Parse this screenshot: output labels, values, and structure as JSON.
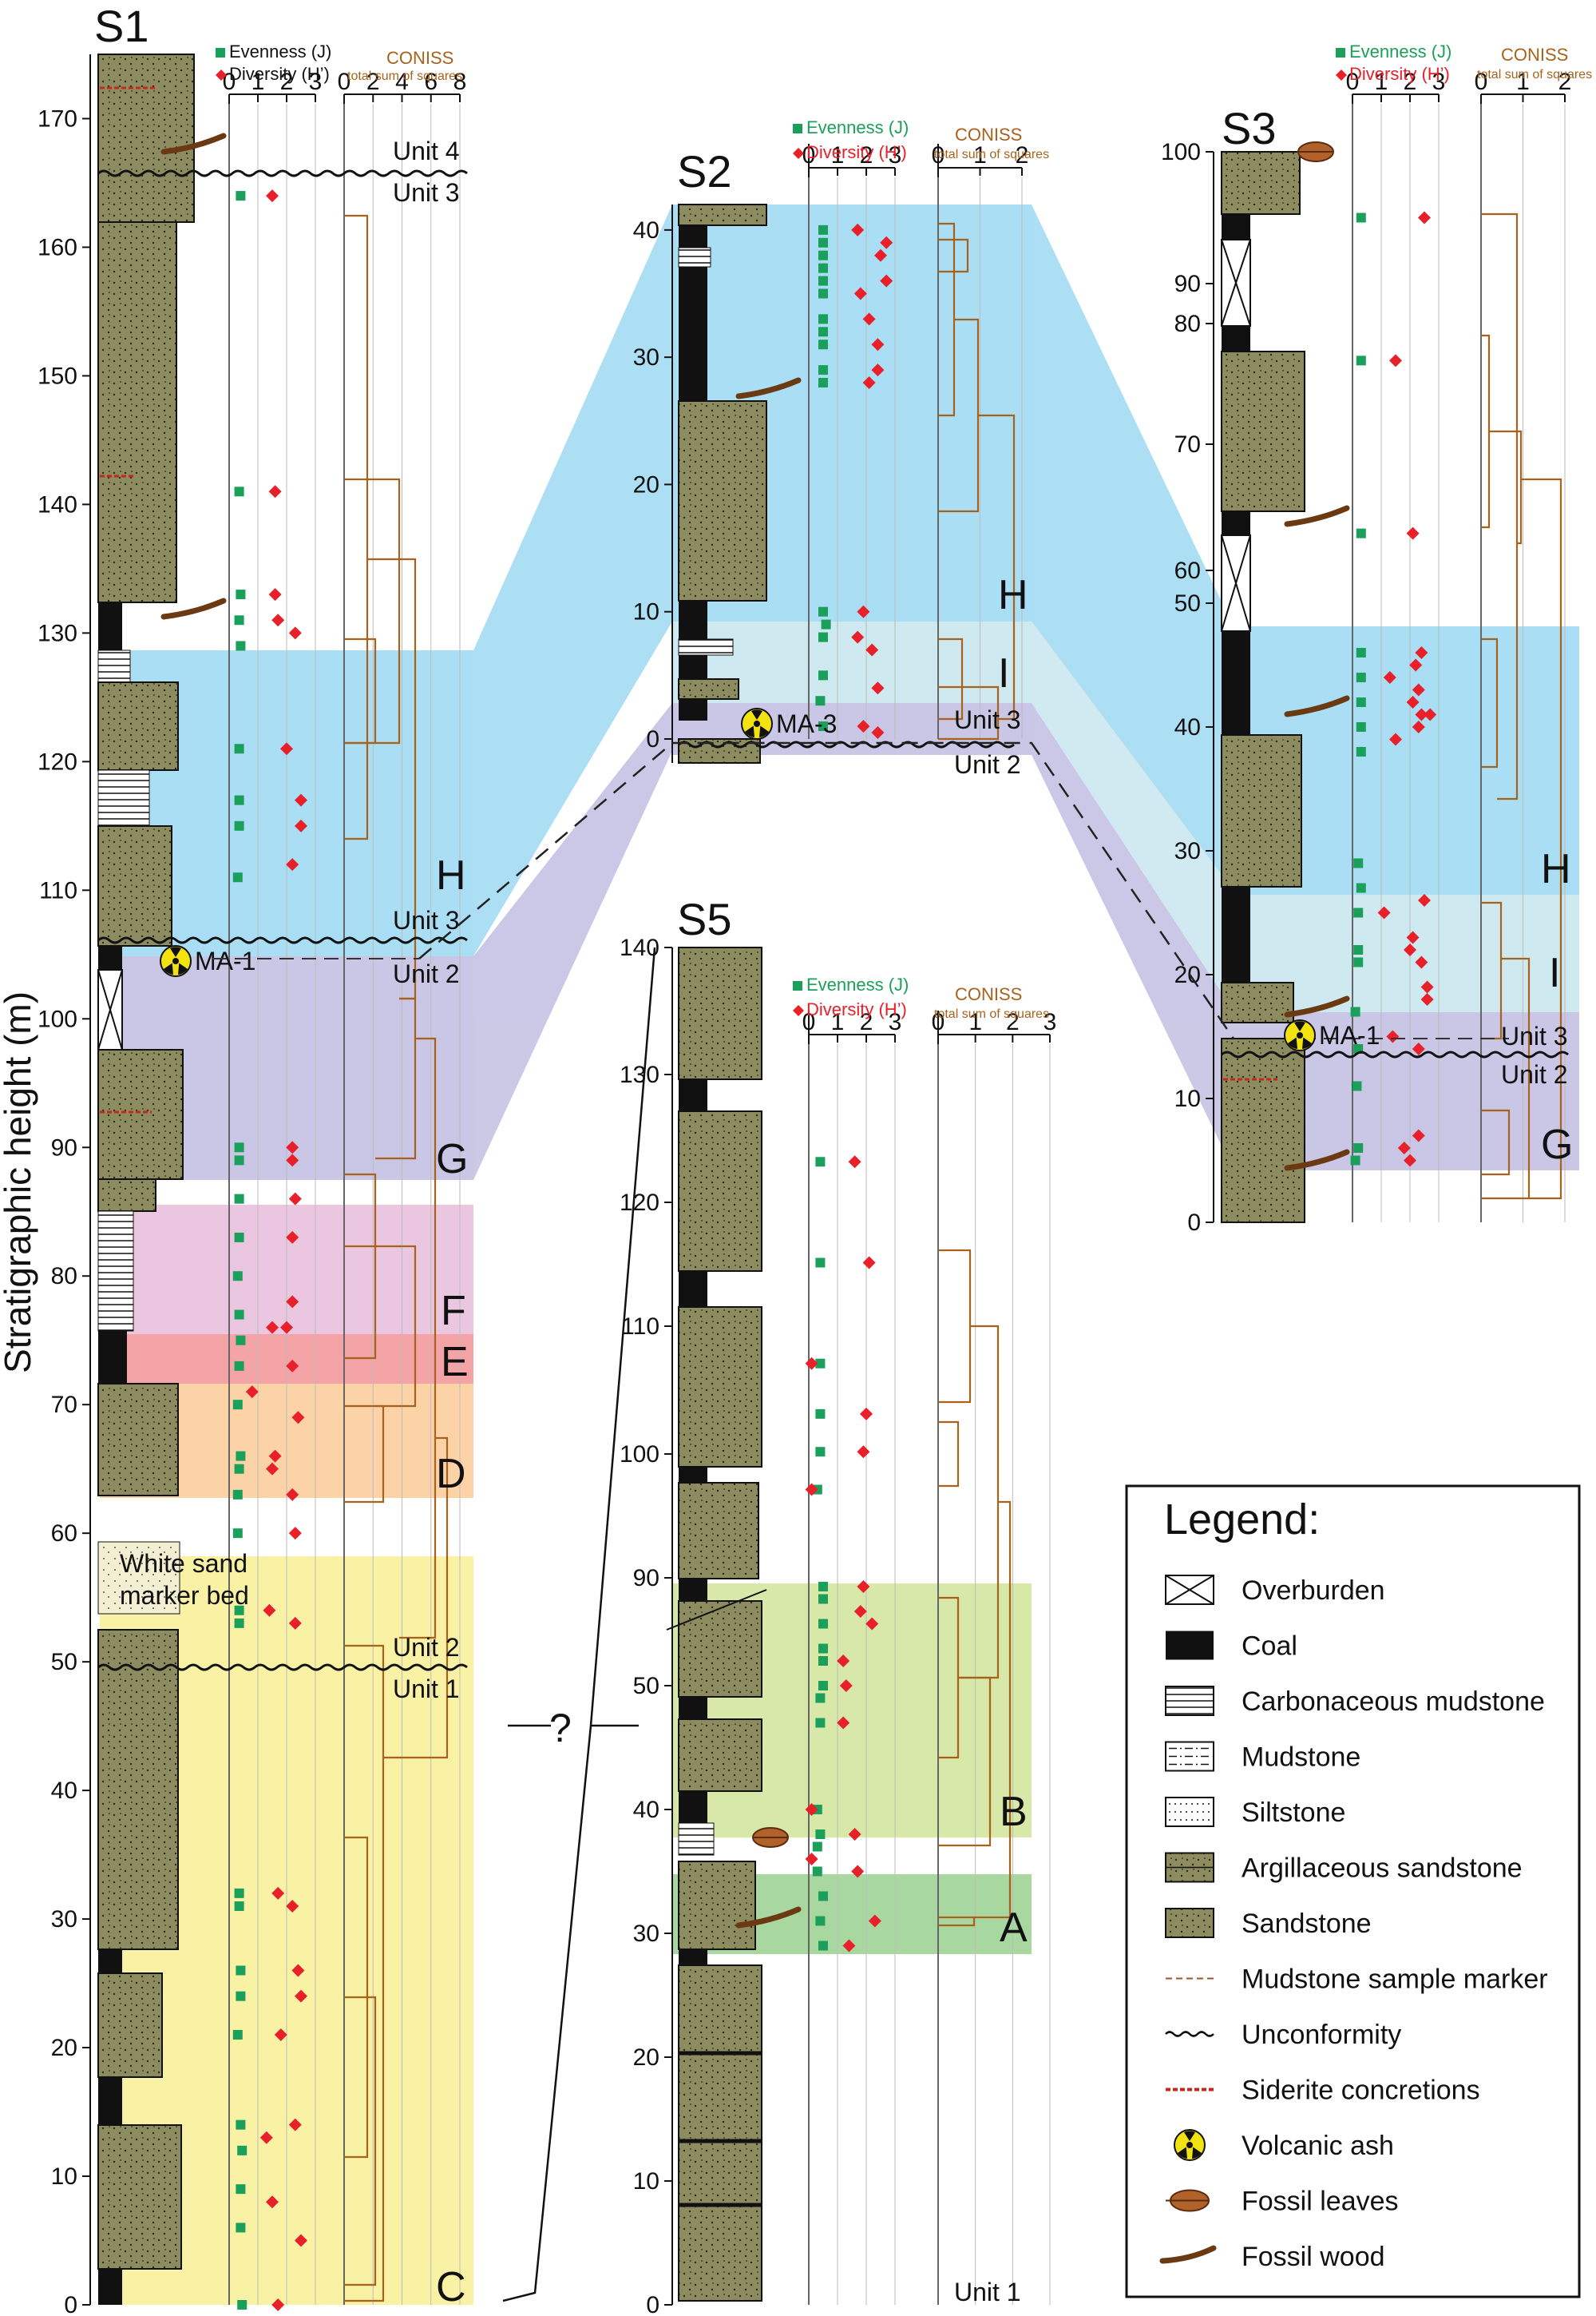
{
  "y_axis_label": "Stratigraphic height (m)",
  "headers": {
    "evenness": "Evenness (J)",
    "diversity": "Diversity (H’)",
    "coniss": "CONISS",
    "coniss_sub": "total sum of squares"
  },
  "colors": {
    "sandstone": "#8c8c60",
    "coal": "#111111",
    "evenness": "#1aa05a",
    "diversity": "#e8202a",
    "coniss": "#a8621c",
    "zone_H": "#a9def4",
    "zone_I": "#cfe9f1",
    "zone_G": "#c9c6e6",
    "zone_F": "#eac6e0",
    "zone_E": "#f4a3a6",
    "zone_D": "#fcd3a6",
    "zone_C": "#f9f1a4",
    "zone_B": "#d8e8a8",
    "zone_A": "#a8d8a0"
  },
  "columns": {
    "S1": {
      "name": "S1",
      "y_ticks": [
        "0",
        "10",
        "20",
        "30",
        "40",
        "50",
        "60",
        "70",
        "80",
        "90",
        "100",
        "110",
        "120",
        "130",
        "140",
        "150",
        "160",
        "170"
      ],
      "div_ticks": [
        "0",
        "1",
        "2",
        "3"
      ],
      "coniss_ticks": [
        "0",
        "2",
        "4",
        "6",
        "8"
      ],
      "zones": [
        "H",
        "G",
        "F",
        "E",
        "D",
        "C"
      ],
      "units": [
        "Unit 4",
        "Unit 3",
        "Unit 3",
        "Unit 2",
        "Unit 2",
        "Unit 1"
      ],
      "ash": "MA-1",
      "marker_bed": [
        "White sand",
        "marker bed"
      ]
    },
    "S2": {
      "name": "S2",
      "y_ticks": [
        "0",
        "10",
        "20",
        "30",
        "40"
      ],
      "div_ticks": [
        "0",
        "1",
        "2",
        "3"
      ],
      "coniss_ticks": [
        "0",
        "1",
        "2"
      ],
      "zones": [
        "H",
        "I"
      ],
      "units": [
        "Unit 3",
        "Unit 2"
      ],
      "ash": "MA-3"
    },
    "S3": {
      "name": "S3",
      "y_ticks": [
        "0",
        "10",
        "20",
        "30",
        "40",
        "50",
        "60",
        "70",
        "80",
        "90",
        "100"
      ],
      "div_ticks": [
        "0",
        "1",
        "2",
        "3"
      ],
      "coniss_ticks": [
        "0",
        "1",
        "2"
      ],
      "zones": [
        "H",
        "I",
        "G"
      ],
      "units": [
        "Unit 3",
        "Unit 2"
      ],
      "ash": "MA-1"
    },
    "S5": {
      "name": "S5",
      "y_ticks": [
        "0",
        "10",
        "20",
        "30",
        "40",
        "50",
        "90",
        "100",
        "110",
        "120",
        "130",
        "140"
      ],
      "div_ticks": [
        "0",
        "1",
        "2",
        "3"
      ],
      "coniss_ticks": [
        "0",
        "1",
        "2",
        "3"
      ],
      "zones": [
        "B",
        "A"
      ],
      "units": [
        "Unit 1"
      ],
      "question": "?"
    }
  },
  "legend": {
    "title": "Legend:",
    "items": [
      {
        "key": "overburden",
        "label": "Overburden"
      },
      {
        "key": "coal",
        "label": "Coal"
      },
      {
        "key": "carb_mud",
        "label": "Carbonaceous mudstone"
      },
      {
        "key": "mudstone",
        "label": "Mudstone"
      },
      {
        "key": "siltstone",
        "label": "Siltstone"
      },
      {
        "key": "arg_sand",
        "label": "Argillaceous sandstone"
      },
      {
        "key": "sandstone",
        "label": "Sandstone"
      },
      {
        "key": "mud_marker",
        "label": "Mudstone sample marker"
      },
      {
        "key": "unconformity",
        "label": "Unconformity"
      },
      {
        "key": "siderite",
        "label": "Siderite concretions"
      },
      {
        "key": "ash",
        "label": "Volcanic ash"
      },
      {
        "key": "leaves",
        "label": "Fossil leaves"
      },
      {
        "key": "wood",
        "label": "Fossil wood"
      }
    ]
  },
  "chart_data": [
    {
      "type": "scatter",
      "section": "S1",
      "y_unit": "m",
      "ylim": [
        0,
        175
      ],
      "evenness": [
        [
          0.45,
          0
        ],
        [
          0.4,
          6
        ],
        [
          0.4,
          9
        ],
        [
          0.45,
          12
        ],
        [
          0.4,
          14
        ],
        [
          0.3,
          21
        ],
        [
          0.4,
          24
        ],
        [
          0.4,
          26
        ],
        [
          0.35,
          31
        ],
        [
          0.35,
          32
        ],
        [
          0.35,
          53
        ],
        [
          0.35,
          54
        ],
        [
          0.3,
          60
        ],
        [
          0.3,
          63
        ],
        [
          0.35,
          65
        ],
        [
          0.4,
          66
        ],
        [
          0.3,
          70
        ],
        [
          0.35,
          73
        ],
        [
          0.4,
          75
        ],
        [
          0.35,
          77
        ],
        [
          0.3,
          80
        ],
        [
          0.35,
          83
        ],
        [
          0.35,
          86
        ],
        [
          0.35,
          89
        ],
        [
          0.35,
          90
        ],
        [
          0.3,
          111
        ],
        [
          0.35,
          115
        ],
        [
          0.35,
          117
        ],
        [
          0.35,
          121
        ],
        [
          0.4,
          129
        ],
        [
          0.35,
          131
        ],
        [
          0.4,
          133
        ],
        [
          0.35,
          141
        ],
        [
          0.4,
          164
        ]
      ],
      "diversity": [
        [
          1.7,
          0
        ],
        [
          2.5,
          5
        ],
        [
          1.5,
          8
        ],
        [
          2.3,
          14
        ],
        [
          1.3,
          13
        ],
        [
          1.8,
          21
        ],
        [
          2.5,
          24
        ],
        [
          2.4,
          26
        ],
        [
          2.2,
          31
        ],
        [
          1.7,
          32
        ],
        [
          1.4,
          54
        ],
        [
          2.3,
          53
        ],
        [
          2.3,
          60
        ],
        [
          2.2,
          63
        ],
        [
          1.5,
          65
        ],
        [
          1.6,
          66
        ],
        [
          2.4,
          69
        ],
        [
          0.8,
          71
        ],
        [
          2.2,
          73
        ],
        [
          2.0,
          76
        ],
        [
          1.5,
          76
        ],
        [
          2.2,
          78
        ],
        [
          2.2,
          83
        ],
        [
          2.3,
          86
        ],
        [
          2.2,
          89
        ],
        [
          2.2,
          90
        ],
        [
          2.2,
          112
        ],
        [
          2.5,
          115
        ],
        [
          2.5,
          117
        ],
        [
          2.0,
          121
        ],
        [
          2.3,
          130
        ],
        [
          1.7,
          131
        ],
        [
          1.6,
          133
        ],
        [
          1.6,
          141
        ],
        [
          1.5,
          164
        ]
      ]
    },
    {
      "type": "scatter",
      "section": "S2",
      "y_unit": "m",
      "ylim": [
        0,
        42
      ],
      "evenness": [
        [
          0.5,
          1
        ],
        [
          0.4,
          3
        ],
        [
          0.5,
          5
        ],
        [
          0.5,
          8
        ],
        [
          0.6,
          9
        ],
        [
          0.5,
          10
        ],
        [
          0.5,
          28
        ],
        [
          0.5,
          29
        ],
        [
          0.5,
          31
        ],
        [
          0.5,
          32
        ],
        [
          0.5,
          33
        ],
        [
          0.5,
          35
        ],
        [
          0.5,
          36
        ],
        [
          0.5,
          37
        ],
        [
          0.5,
          38
        ],
        [
          0.5,
          39
        ],
        [
          0.5,
          40
        ]
      ],
      "diversity": [
        [
          2.4,
          0.5
        ],
        [
          1.9,
          1
        ],
        [
          2.4,
          4
        ],
        [
          2.2,
          7
        ],
        [
          1.7,
          8
        ],
        [
          1.9,
          10
        ],
        [
          2.1,
          28
        ],
        [
          2.4,
          29
        ],
        [
          2.4,
          31
        ],
        [
          2.1,
          33
        ],
        [
          1.8,
          35
        ],
        [
          2.7,
          36
        ],
        [
          2.5,
          38
        ],
        [
          2.7,
          39
        ],
        [
          1.7,
          40
        ]
      ]
    },
    {
      "type": "scatter",
      "section": "S3",
      "y_unit": "m",
      "ylim": [
        0,
        100
      ],
      "evenness": [
        [
          0.1,
          5
        ],
        [
          0.2,
          6
        ],
        [
          0.15,
          11
        ],
        [
          0.2,
          14
        ],
        [
          0.1,
          17
        ],
        [
          0.2,
          21
        ],
        [
          0.2,
          22
        ],
        [
          0.2,
          25
        ],
        [
          0.3,
          27
        ],
        [
          0.2,
          29
        ],
        [
          0.3,
          38
        ],
        [
          0.3,
          40
        ],
        [
          0.3,
          42
        ],
        [
          0.3,
          44
        ],
        [
          0.3,
          46
        ],
        [
          0.3,
          63
        ],
        [
          0.3,
          77
        ],
        [
          0.3,
          95
        ]
      ],
      "diversity": [
        [
          2.3,
          14
        ],
        [
          1.4,
          15
        ],
        [
          2.6,
          18
        ],
        [
          2.6,
          19
        ],
        [
          2.4,
          21
        ],
        [
          2.0,
          22
        ],
        [
          2.1,
          23
        ],
        [
          1.1,
          25
        ],
        [
          2.5,
          26
        ],
        [
          1.5,
          39
        ],
        [
          2.3,
          40
        ],
        [
          2.4,
          41
        ],
        [
          2.7,
          41
        ],
        [
          2.1,
          42
        ],
        [
          2.3,
          43
        ],
        [
          1.3,
          44
        ],
        [
          2.2,
          45
        ],
        [
          2.4,
          46
        ],
        [
          2.0,
          5
        ],
        [
          2.3,
          7
        ],
        [
          1.8,
          6
        ],
        [
          2.1,
          63
        ],
        [
          1.5,
          77
        ],
        [
          2.5,
          95
        ]
      ]
    },
    {
      "type": "scatter",
      "section": "S5",
      "y_unit": "m",
      "ylim": [
        0,
        140
      ],
      "evenness": [
        [
          0.5,
          29
        ],
        [
          0.4,
          31
        ],
        [
          0.5,
          33
        ],
        [
          0.3,
          35
        ],
        [
          0.3,
          37
        ],
        [
          0.4,
          38
        ],
        [
          0.3,
          40
        ],
        [
          0.4,
          47
        ],
        [
          0.4,
          49
        ],
        [
          0.5,
          50
        ],
        [
          0.5,
          52
        ],
        [
          0.5,
          53
        ],
        [
          0.5,
          55
        ],
        [
          0.5,
          57
        ],
        [
          0.5,
          58
        ],
        [
          0.3,
          97
        ],
        [
          0.4,
          100
        ],
        [
          0.4,
          103
        ],
        [
          0.4,
          107
        ],
        [
          0.4,
          115
        ],
        [
          0.4,
          123
        ]
      ],
      "diversity": [
        [
          1.4,
          29
        ],
        [
          2.3,
          31
        ],
        [
          1.7,
          35
        ],
        [
          0.1,
          36
        ],
        [
          1.6,
          38
        ],
        [
          0.1,
          40
        ],
        [
          1.2,
          47
        ],
        [
          1.3,
          50
        ],
        [
          1.2,
          52
        ],
        [
          2.2,
          55
        ],
        [
          1.8,
          56
        ],
        [
          1.9,
          58
        ],
        [
          0.1,
          97
        ],
        [
          1.9,
          100
        ],
        [
          2.0,
          103
        ],
        [
          0.1,
          107
        ],
        [
          2.1,
          115
        ],
        [
          1.6,
          123
        ]
      ]
    }
  ]
}
